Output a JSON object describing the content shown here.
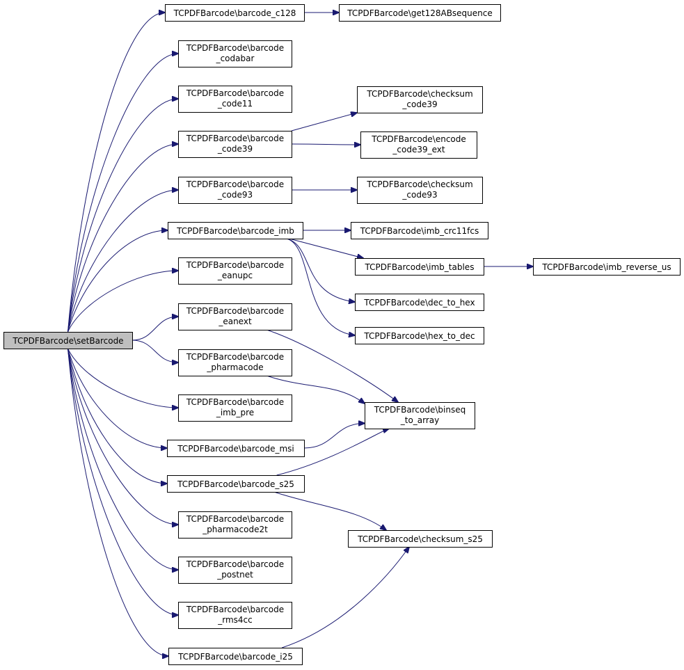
{
  "graph": {
    "edge_color": "#191970",
    "root_fill": "#bfbfbf",
    "node_fill": "#ffffff",
    "nodes": {
      "setBarcode": [
        "TCPDFBarcode\\setBarcode"
      ],
      "c128": [
        "TCPDFBarcode\\barcode_c128"
      ],
      "get128": [
        "TCPDFBarcode\\get128ABsequence"
      ],
      "codabar": [
        "TCPDFBarcode\\barcode",
        "_codabar"
      ],
      "code11": [
        "TCPDFBarcode\\barcode",
        "_code11"
      ],
      "code39": [
        "TCPDFBarcode\\barcode",
        "_code39"
      ],
      "chk39": [
        "TCPDFBarcode\\checksum",
        "_code39"
      ],
      "enc39": [
        "TCPDFBarcode\\encode",
        "_code39_ext"
      ],
      "code93": [
        "TCPDFBarcode\\barcode",
        "_code93"
      ],
      "chk93": [
        "TCPDFBarcode\\checksum",
        "_code93"
      ],
      "imb": [
        "TCPDFBarcode\\barcode_imb"
      ],
      "crc": [
        "TCPDFBarcode\\imb_crc11fcs"
      ],
      "tables": [
        "TCPDFBarcode\\imb_tables"
      ],
      "rev": [
        "TCPDFBarcode\\imb_reverse_us"
      ],
      "d2h": [
        "TCPDFBarcode\\dec_to_hex"
      ],
      "h2d": [
        "TCPDFBarcode\\hex_to_dec"
      ],
      "eanupc": [
        "TCPDFBarcode\\barcode",
        "_eanupc"
      ],
      "eanext": [
        "TCPDFBarcode\\barcode",
        "_eanext"
      ],
      "pharma": [
        "TCPDFBarcode\\barcode",
        "_pharmacode"
      ],
      "binseq": [
        "TCPDFBarcode\\binseq",
        "_to_array"
      ],
      "imbpre": [
        "TCPDFBarcode\\barcode",
        "_imb_pre"
      ],
      "msi": [
        "TCPDFBarcode\\barcode_msi"
      ],
      "s25": [
        "TCPDFBarcode\\barcode_s25"
      ],
      "chks25": [
        "TCPDFBarcode\\checksum_s25"
      ],
      "pharma2t": [
        "TCPDFBarcode\\barcode",
        "_pharmacode2t"
      ],
      "postnet": [
        "TCPDFBarcode\\barcode",
        "_postnet"
      ],
      "rms4cc": [
        "TCPDFBarcode\\barcode",
        "_rms4cc"
      ],
      "i25": [
        "TCPDFBarcode\\barcode_i25"
      ]
    },
    "edges": [
      [
        "setBarcode",
        "c128"
      ],
      [
        "setBarcode",
        "codabar"
      ],
      [
        "setBarcode",
        "code11"
      ],
      [
        "setBarcode",
        "code39"
      ],
      [
        "setBarcode",
        "code93"
      ],
      [
        "setBarcode",
        "imb"
      ],
      [
        "setBarcode",
        "eanupc"
      ],
      [
        "setBarcode",
        "eanext"
      ],
      [
        "setBarcode",
        "pharma"
      ],
      [
        "setBarcode",
        "imbpre"
      ],
      [
        "setBarcode",
        "msi"
      ],
      [
        "setBarcode",
        "s25"
      ],
      [
        "setBarcode",
        "pharma2t"
      ],
      [
        "setBarcode",
        "postnet"
      ],
      [
        "setBarcode",
        "rms4cc"
      ],
      [
        "setBarcode",
        "i25"
      ],
      [
        "c128",
        "get128"
      ],
      [
        "code39",
        "chk39"
      ],
      [
        "code39",
        "enc39"
      ],
      [
        "code93",
        "chk93"
      ],
      [
        "imb",
        "crc"
      ],
      [
        "imb",
        "tables"
      ],
      [
        "imb",
        "d2h"
      ],
      [
        "imb",
        "h2d"
      ],
      [
        "tables",
        "rev"
      ],
      [
        "eanext",
        "binseq"
      ],
      [
        "pharma",
        "binseq"
      ],
      [
        "msi",
        "binseq"
      ],
      [
        "s25",
        "binseq"
      ],
      [
        "s25",
        "chks25"
      ],
      [
        "i25",
        "chks25"
      ]
    ]
  }
}
